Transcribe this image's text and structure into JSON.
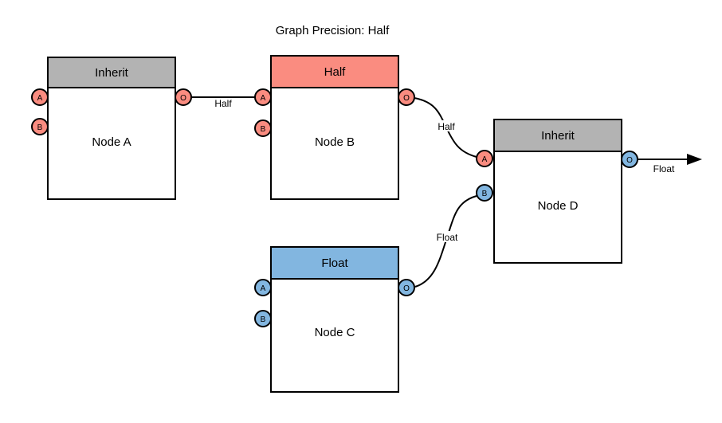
{
  "title": "Graph Precision: Half",
  "colors": {
    "salmon": "#FA8C80",
    "blue": "#82B6E0",
    "gray": "#B3B3B3",
    "node_fill": "#FFFFFF",
    "stroke": "#000000",
    "background": "#FFFFFF"
  },
  "nodes": [
    {
      "name": "Node A",
      "precision": "Inherit",
      "header_color": "#B3B3B3",
      "ports": [
        {
          "label": "A",
          "color": "#FA8C80"
        },
        {
          "label": "B",
          "color": "#FA8C80"
        },
        {
          "label": "O",
          "color": "#FA8C80"
        }
      ]
    },
    {
      "name": "Node B",
      "precision": "Half",
      "header_color": "#FA8C80",
      "ports": [
        {
          "label": "A",
          "color": "#FA8C80"
        },
        {
          "label": "B",
          "color": "#FA8C80"
        },
        {
          "label": "O",
          "color": "#FA8C80"
        }
      ]
    },
    {
      "name": "Node C",
      "precision": "Float",
      "header_color": "#82B6E0",
      "ports": [
        {
          "label": "A",
          "color": "#82B6E0"
        },
        {
          "label": "B",
          "color": "#82B6E0"
        },
        {
          "label": "O",
          "color": "#82B6E0"
        }
      ]
    },
    {
      "name": "Node D",
      "precision": "Inherit",
      "header_color": "#B3B3B3",
      "ports": [
        {
          "label": "A",
          "color": "#FA8C80"
        },
        {
          "label": "B",
          "color": "#82B6E0"
        },
        {
          "label": "O",
          "color": "#82B6E0"
        }
      ]
    }
  ],
  "edges": [
    {
      "from": "Node A.O",
      "to": "Node B.A",
      "label": "Half"
    },
    {
      "from": "Node B.O",
      "to": "Node D.A",
      "label": "Half"
    },
    {
      "from": "Node C.O",
      "to": "Node D.B",
      "label": "Float"
    },
    {
      "from": "Node D.O",
      "to": "graph-output",
      "label": "Float"
    }
  ]
}
